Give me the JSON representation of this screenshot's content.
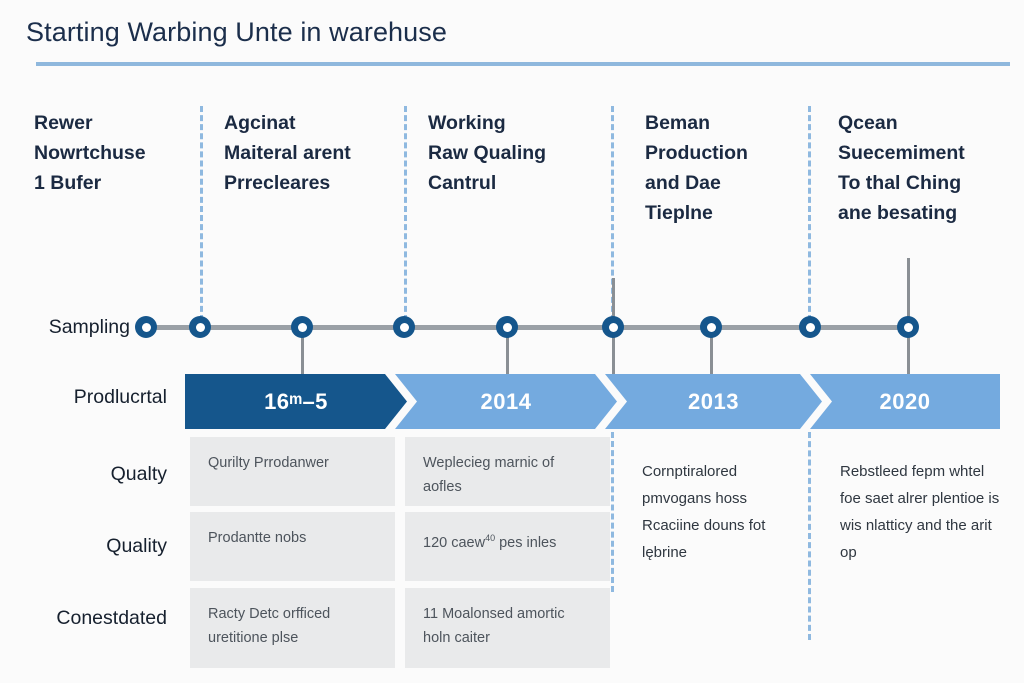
{
  "header": {
    "title": "Starting Warbing Unte in warehuse"
  },
  "columns": [
    {
      "lines": [
        "Rewer",
        "Nowrtchuse",
        "1 Bufer"
      ]
    },
    {
      "lines": [
        "Agcinat",
        "Maiteral arent",
        "Prrecleares"
      ]
    },
    {
      "lines": [
        "Working",
        "Raw Qualing",
        "Cantrul"
      ]
    },
    {
      "lines": [
        "Beman",
        "Production",
        "and Dae",
        "Tieplne"
      ]
    },
    {
      "lines": [
        "Qcean",
        "Suecemiment",
        "To thal Ching",
        "ane besating"
      ]
    }
  ],
  "row_labels": [
    {
      "label": "Sampling"
    },
    {
      "label": "Prodlucrtal"
    },
    {
      "label": "Qualty"
    },
    {
      "label": "Quality"
    },
    {
      "label": "Conestdated"
    }
  ],
  "phases": [
    {
      "label": "16ᵐ–5",
      "style": "dark"
    },
    {
      "label": "2014",
      "style": "light"
    },
    {
      "label": "2013",
      "style": "light"
    },
    {
      "label": "2020",
      "style": "light"
    }
  ],
  "cells": {
    "c1r1": "Qurilty Prrodanwer",
    "c1r2": "Prodantte nobs",
    "c1r3": "Racty Detc orfficed uretitione plse",
    "c2r1": "Weplecieg marnic of aofles",
    "c2r2_pre": "120 caew",
    "c2r2_sup": "40",
    "c2r2_post": " pes inles",
    "c2r3": "11 Moalonsed amortic holn caiter",
    "c3": "Cornptiralored pmvogans hoss Rcaciine douns fot lębrine",
    "c4": "Rebstleed fepm whtel foe saet alrer plentioe is wis nlatticy and the arit op"
  },
  "colors": {
    "accent_dark": "#15568c",
    "accent_light": "#74aadf",
    "rule": "#8fb8dd",
    "cell_bg": "#e9eaeb",
    "timeline": "#9aa0a6"
  }
}
